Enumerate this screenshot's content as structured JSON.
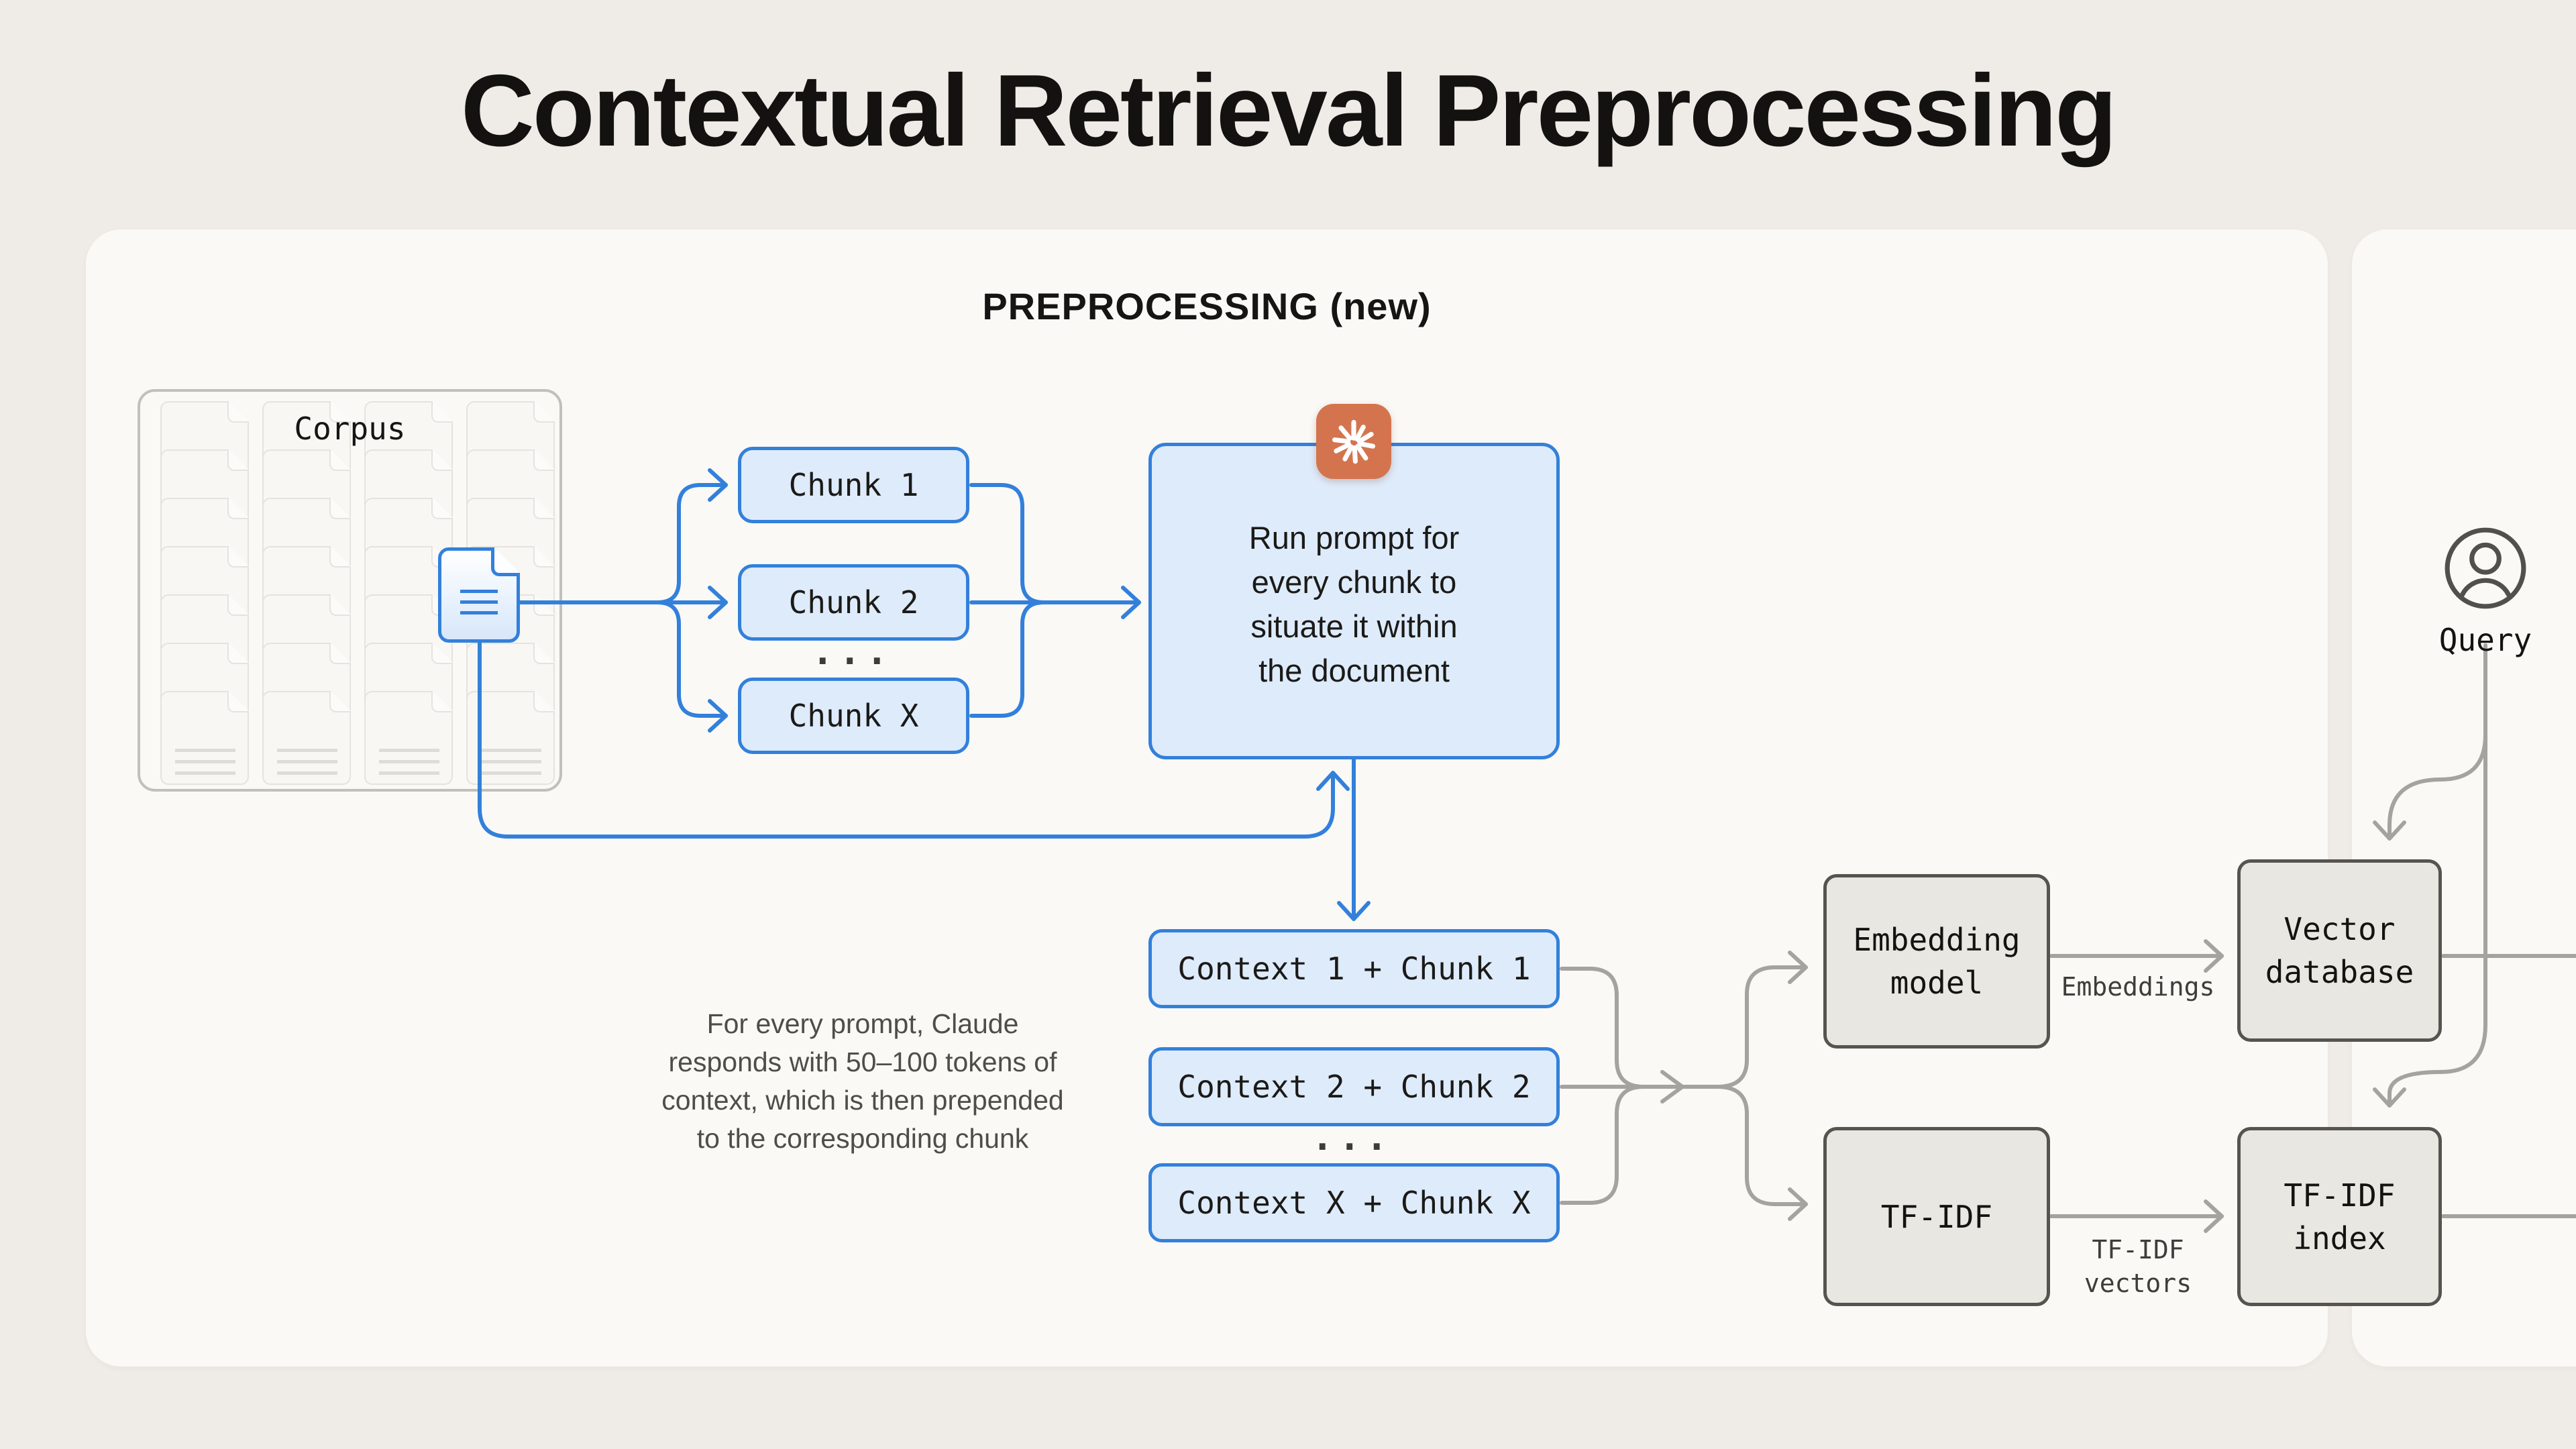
{
  "title": "Contextual Retrieval Preprocessing",
  "preprocessing_panel": {
    "header": "PREPROCESSING ",
    "header_suffix": "(new)"
  },
  "corpus": {
    "label": "Corpus",
    "columns": 4,
    "docs_per_column": 7
  },
  "chunks": {
    "items": [
      "Chunk 1",
      "Chunk 2",
      "Chunk X"
    ],
    "ellipsis": "..."
  },
  "claude_box": {
    "lines": [
      "Run prompt for",
      "every chunk to",
      "situate it within",
      "the document"
    ]
  },
  "note": {
    "lines": [
      "For every prompt, Claude",
      "responds with 50–100 tokens of",
      "context, which is then prepended",
      "to the corresponding chunk"
    ]
  },
  "contexts": {
    "items": [
      "Context 1 + Chunk 1",
      "Context 2 + Chunk 2",
      "Context X + Chunk X"
    ],
    "ellipsis": "..."
  },
  "pipeline": {
    "embedding_model": "Embedding model",
    "embeddings_label": "Embeddings",
    "vector_database": "Vector database",
    "tfidf": "TF-IDF",
    "tfidf_vectors_label": "TF-IDF vectors",
    "tfidf_index": "TF-IDF index"
  },
  "query": {
    "label": "Query"
  },
  "colors": {
    "page_bg": "#EFECE7",
    "panel_bg": "#FAF9F6",
    "flow_blue": "#3380DB",
    "chunk_fill": "#DEEBFA",
    "claude_orange": "#D4744E",
    "gray_line": "#A5A39D",
    "gray_box_fill": "#E9E7E1",
    "gray_box_border": "#56544E",
    "text_dark": "#1B1A18",
    "note_text": "#4F4D48"
  }
}
